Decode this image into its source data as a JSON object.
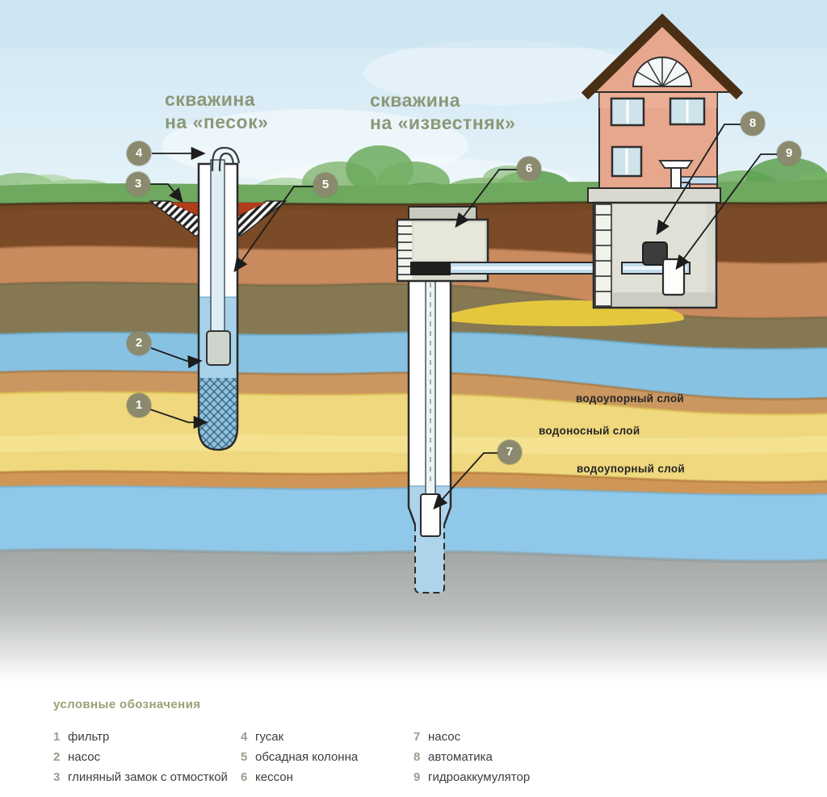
{
  "titles": {
    "sand": "скважина\nна «песок»",
    "limestone": "скважина\nна «известняк»"
  },
  "strata_labels": {
    "upper_confining": "водоупорный слой",
    "aquifer": "водоносный слой",
    "lower_confining": "водоупорный слой"
  },
  "callouts": [
    {
      "num": "1"
    },
    {
      "num": "2"
    },
    {
      "num": "3"
    },
    {
      "num": "4"
    },
    {
      "num": "5"
    },
    {
      "num": "6"
    },
    {
      "num": "7"
    },
    {
      "num": "8"
    },
    {
      "num": "9"
    }
  ],
  "legend": {
    "header": "условные обозначения",
    "col1": [
      {
        "num": "1",
        "label": "фильтр"
      },
      {
        "num": "2",
        "label": "насос"
      },
      {
        "num": "3",
        "label": "глиняный замок с отмосткой"
      }
    ],
    "col2": [
      {
        "num": "4",
        "label": "гусак"
      },
      {
        "num": "5",
        "label": "обсадная колонна"
      },
      {
        "num": "6",
        "label": "кессон"
      }
    ],
    "col3": [
      {
        "num": "7",
        "label": "насос"
      },
      {
        "num": "8",
        "label": "автоматика"
      },
      {
        "num": "9",
        "label": "гидроаккумулятор"
      }
    ]
  },
  "colors": {
    "title_green": "#8b9878",
    "callout_badge": "#8c8a6e",
    "sky": "#d9edf6",
    "grass": "#6fa85f",
    "topsoil_brown": "#7b4a26",
    "salmon_layer": "#c98a5e",
    "olive_layer": "#857852",
    "upper_water_blue": "#88c2e2",
    "sand_yellow": "#efd87d",
    "confining_tan": "#ca9760",
    "lower_water_blue": "#8fc8e9",
    "limestone_gray": "#a5aaa8",
    "clay_lock_red": "#b23c1b",
    "house_wall": "#e7a78d",
    "roof_brown": "#4a2f15"
  }
}
